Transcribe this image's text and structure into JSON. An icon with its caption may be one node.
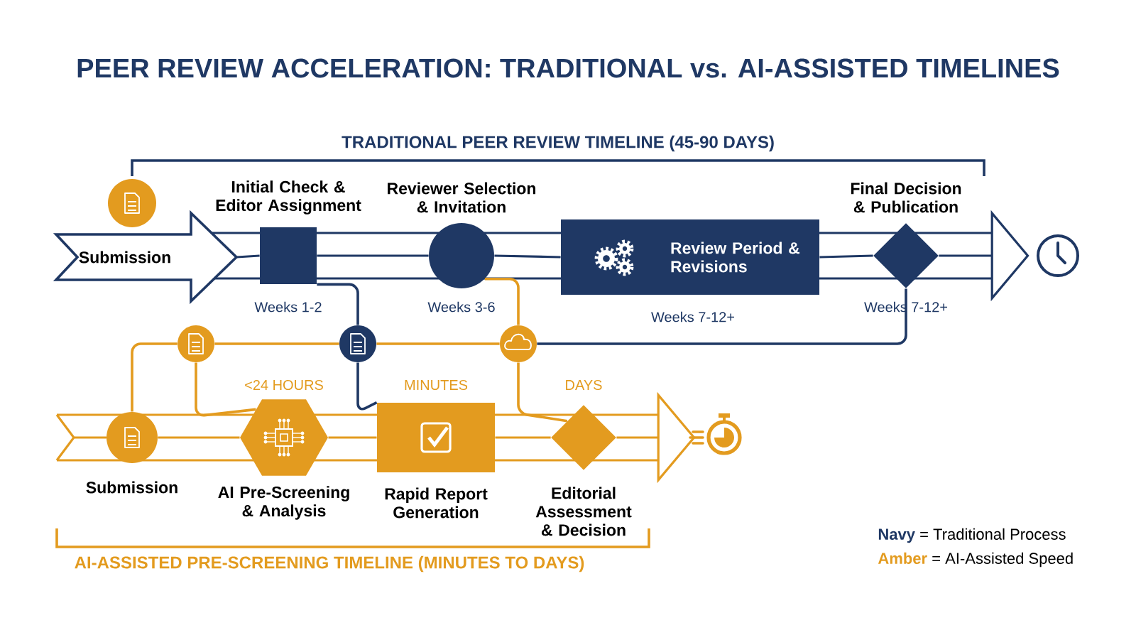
{
  "diagram": {
    "title": "PEER REVIEW ACCELERATION: TRADITIONAL vs. AI-ASSISTED TIMELINES",
    "nodes": [
      {
        "text": [
          "Submission"
        ]
      },
      {
        "text": [
          "Initial Check & Editor Assignment"
        ],
        "beside": [
          "Weeks 1-2"
        ]
      },
      {
        "text": [
          "Reviewer Selection & Invitation"
        ],
        "beside": [
          "Weeks 3-6"
        ]
      },
      {
        "text": [
          "Review Period & Revisions"
        ],
        "beside": [
          "Weeks 7-12+"
        ]
      },
      {
        "text": [
          "Final Decision & Publication"
        ],
        "beside": [
          "Weeks 7-12+"
        ]
      },
      {
        "text": [],
        "shape": "clock"
      },
      {
        "text": [
          "Submission"
        ]
      },
      {
        "text": [
          "AI Pre-Screening & Analysis"
        ],
        "beside": [
          "<24 HOURS"
        ]
      },
      {
        "text": [
          "Rapid Report Generation"
        ],
        "beside": [
          "MINUTES"
        ]
      },
      {
        "text": [
          "Editorial Assessment & Decision"
        ],
        "beside": [
          "DAYS"
        ]
      },
      {
        "text": [],
        "shape": "stopwatch"
      },
      {
        "text": [],
        "shape": "circle"
      },
      {
        "text": [],
        "shape": "circle"
      },
      {
        "text": [],
        "shape": "circle"
      },
      {
        "text": [],
        "shape": "circle"
      }
    ],
    "edges": [
      {
        "from": 0,
        "to": 1,
        "arrow": "none",
        "color": "#1f3864"
      },
      {
        "from": 1,
        "to": 2,
        "arrow": "none",
        "color": "#1f3864"
      },
      {
        "from": 2,
        "to": 3,
        "arrow": "none",
        "color": "#1f3864"
      },
      {
        "from": 3,
        "to": 4,
        "arrow": "none",
        "color": "#1f3864"
      },
      {
        "from": 4,
        "to": 5,
        "arrow": "to",
        "color": "#1f3864"
      },
      {
        "from": 6,
        "to": 7,
        "arrow": "none"
      },
      {
        "from": 7,
        "to": 8,
        "arrow": "none"
      },
      {
        "from": 8,
        "to": 9,
        "arrow": "none"
      },
      {
        "from": 9,
        "to": 10,
        "arrow": "to"
      },
      {
        "from": 12,
        "to": 6,
        "arrow": "none"
      },
      {
        "from": 12,
        "to": 7,
        "arrow": "none"
      },
      {
        "from": 12,
        "to": 13,
        "arrow": "none"
      },
      {
        "from": 13,
        "to": 14,
        "arrow": "none"
      },
      {
        "from": 13,
        "to": 1,
        "arrow": "none",
        "color": "#1f3864"
      },
      {
        "from": 13,
        "to": 8,
        "arrow": "none",
        "color": "#1f3864"
      },
      {
        "from": 14,
        "to": 2,
        "arrow": "none"
      },
      {
        "from": 14,
        "to": 9,
        "arrow": "none"
      },
      {
        "from": 14,
        "to": 4,
        "arrow": "none",
        "color": "#1f3864"
      }
    ],
    "labels": [
      "TRADITIONAL PEER REVIEW TIMELINE (45-90 DAYS)",
      "AI-ASSISTED PRE-SCREENING TIMELINE (MINUTES TO DAYS)"
    ],
    "legend": [
      {
        "text": "**Navy** = Traditional Process",
        "color": "#1f3864"
      },
      {
        "text": "**Amber** = AI-Assisted Speed",
        "color": "#e39b1f"
      }
    ]
  }
}
